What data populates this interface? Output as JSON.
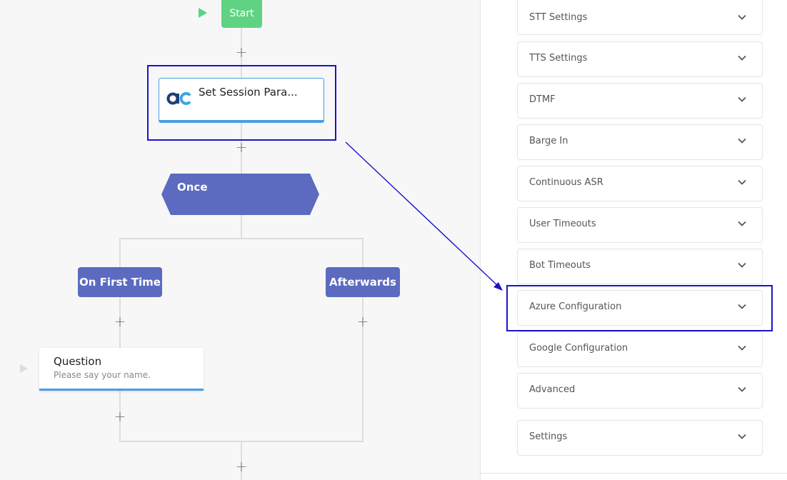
{
  "flow": {
    "start_label": "Start",
    "session_node_title": "Set Session Para...",
    "once_label": "Once",
    "branch_first_label": "On First Time",
    "branch_afterwards_label": "Afterwards",
    "question_title": "Question",
    "question_subtitle": "Please say your name."
  },
  "panel": {
    "sections": [
      {
        "label": "STT Settings"
      },
      {
        "label": "TTS Settings"
      },
      {
        "label": "DTMF"
      },
      {
        "label": "Barge In"
      },
      {
        "label": "Continuous ASR"
      },
      {
        "label": "User Timeouts"
      },
      {
        "label": "Bot Timeouts"
      },
      {
        "label": "Azure Configuration"
      },
      {
        "label": "Google Configuration"
      },
      {
        "label": "Advanced"
      },
      {
        "label": "Settings"
      }
    ]
  },
  "icons": {
    "add": "plus-icon",
    "expand": "chevron-down-icon",
    "play": "play-icon",
    "logo": "audiocodes-logo"
  },
  "colors": {
    "start_green": "#5fd383",
    "node_indigo": "#5c6bc0",
    "accent_blue": "#4a9de6",
    "highlight_blue": "#1a13c8"
  }
}
